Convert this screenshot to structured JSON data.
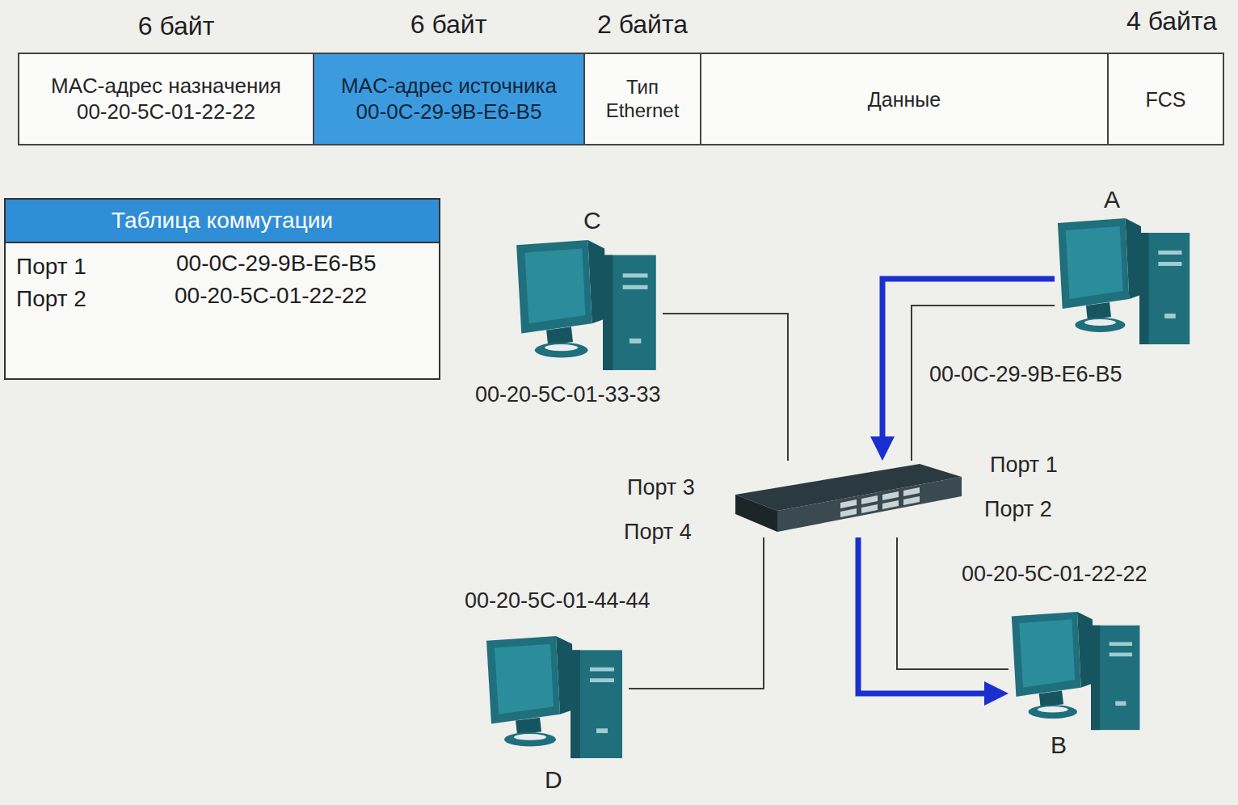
{
  "diagram": {
    "nodes": [
      {
        "text": [
          "MAC-адрес назначения",
          "00-20-5C-01-22-22"
        ]
      },
      {
        "text": [
          "MAC-адрес источника",
          "00-0C-29-9B-E6-B5"
        ]
      },
      {
        "text": [
          "Тип Ethernet"
        ]
      },
      {
        "text": [
          "Данные"
        ]
      },
      {
        "text": [
          "FCS"
        ]
      },
      {
        "text": [
          "Таблица коммутации"
        ]
      },
      {
        "text": [
          "C",
          "00-20-5C-01-33-33"
        ]
      },
      {
        "text": [
          "A",
          "00-0C-29-9B-E6-B5"
        ]
      },
      {
        "text": [
          "Порт 1",
          "Порт 2",
          "Порт 3",
          "Порт 4"
        ]
      },
      {
        "text": [
          "00-20-5C-01-44-44",
          "D"
        ]
      },
      {
        "text": [
          "00-20-5C-01-22-22",
          "B"
        ]
      }
    ],
    "edges": [
      {
        "from": 6,
        "to": 8,
        "arrow": "none"
      },
      {
        "from": 7,
        "to": 8,
        "arrow": "none"
      },
      {
        "from": 7,
        "to": 8,
        "arrow": "to"
      },
      {
        "from": 8,
        "to": 10,
        "arrow": "to"
      },
      {
        "from": 8,
        "to": 10,
        "arrow": "none"
      },
      {
        "from": 9,
        "to": 8,
        "arrow": "none"
      }
    ],
    "labels": [
      "6 байт",
      "6 байт",
      "2 байта",
      "4 байта",
      "Порт 1",
      "00-0C-29-9B-E6-B5",
      "Порт 2",
      "00-20-5C-01-22-22"
    ]
  }
}
